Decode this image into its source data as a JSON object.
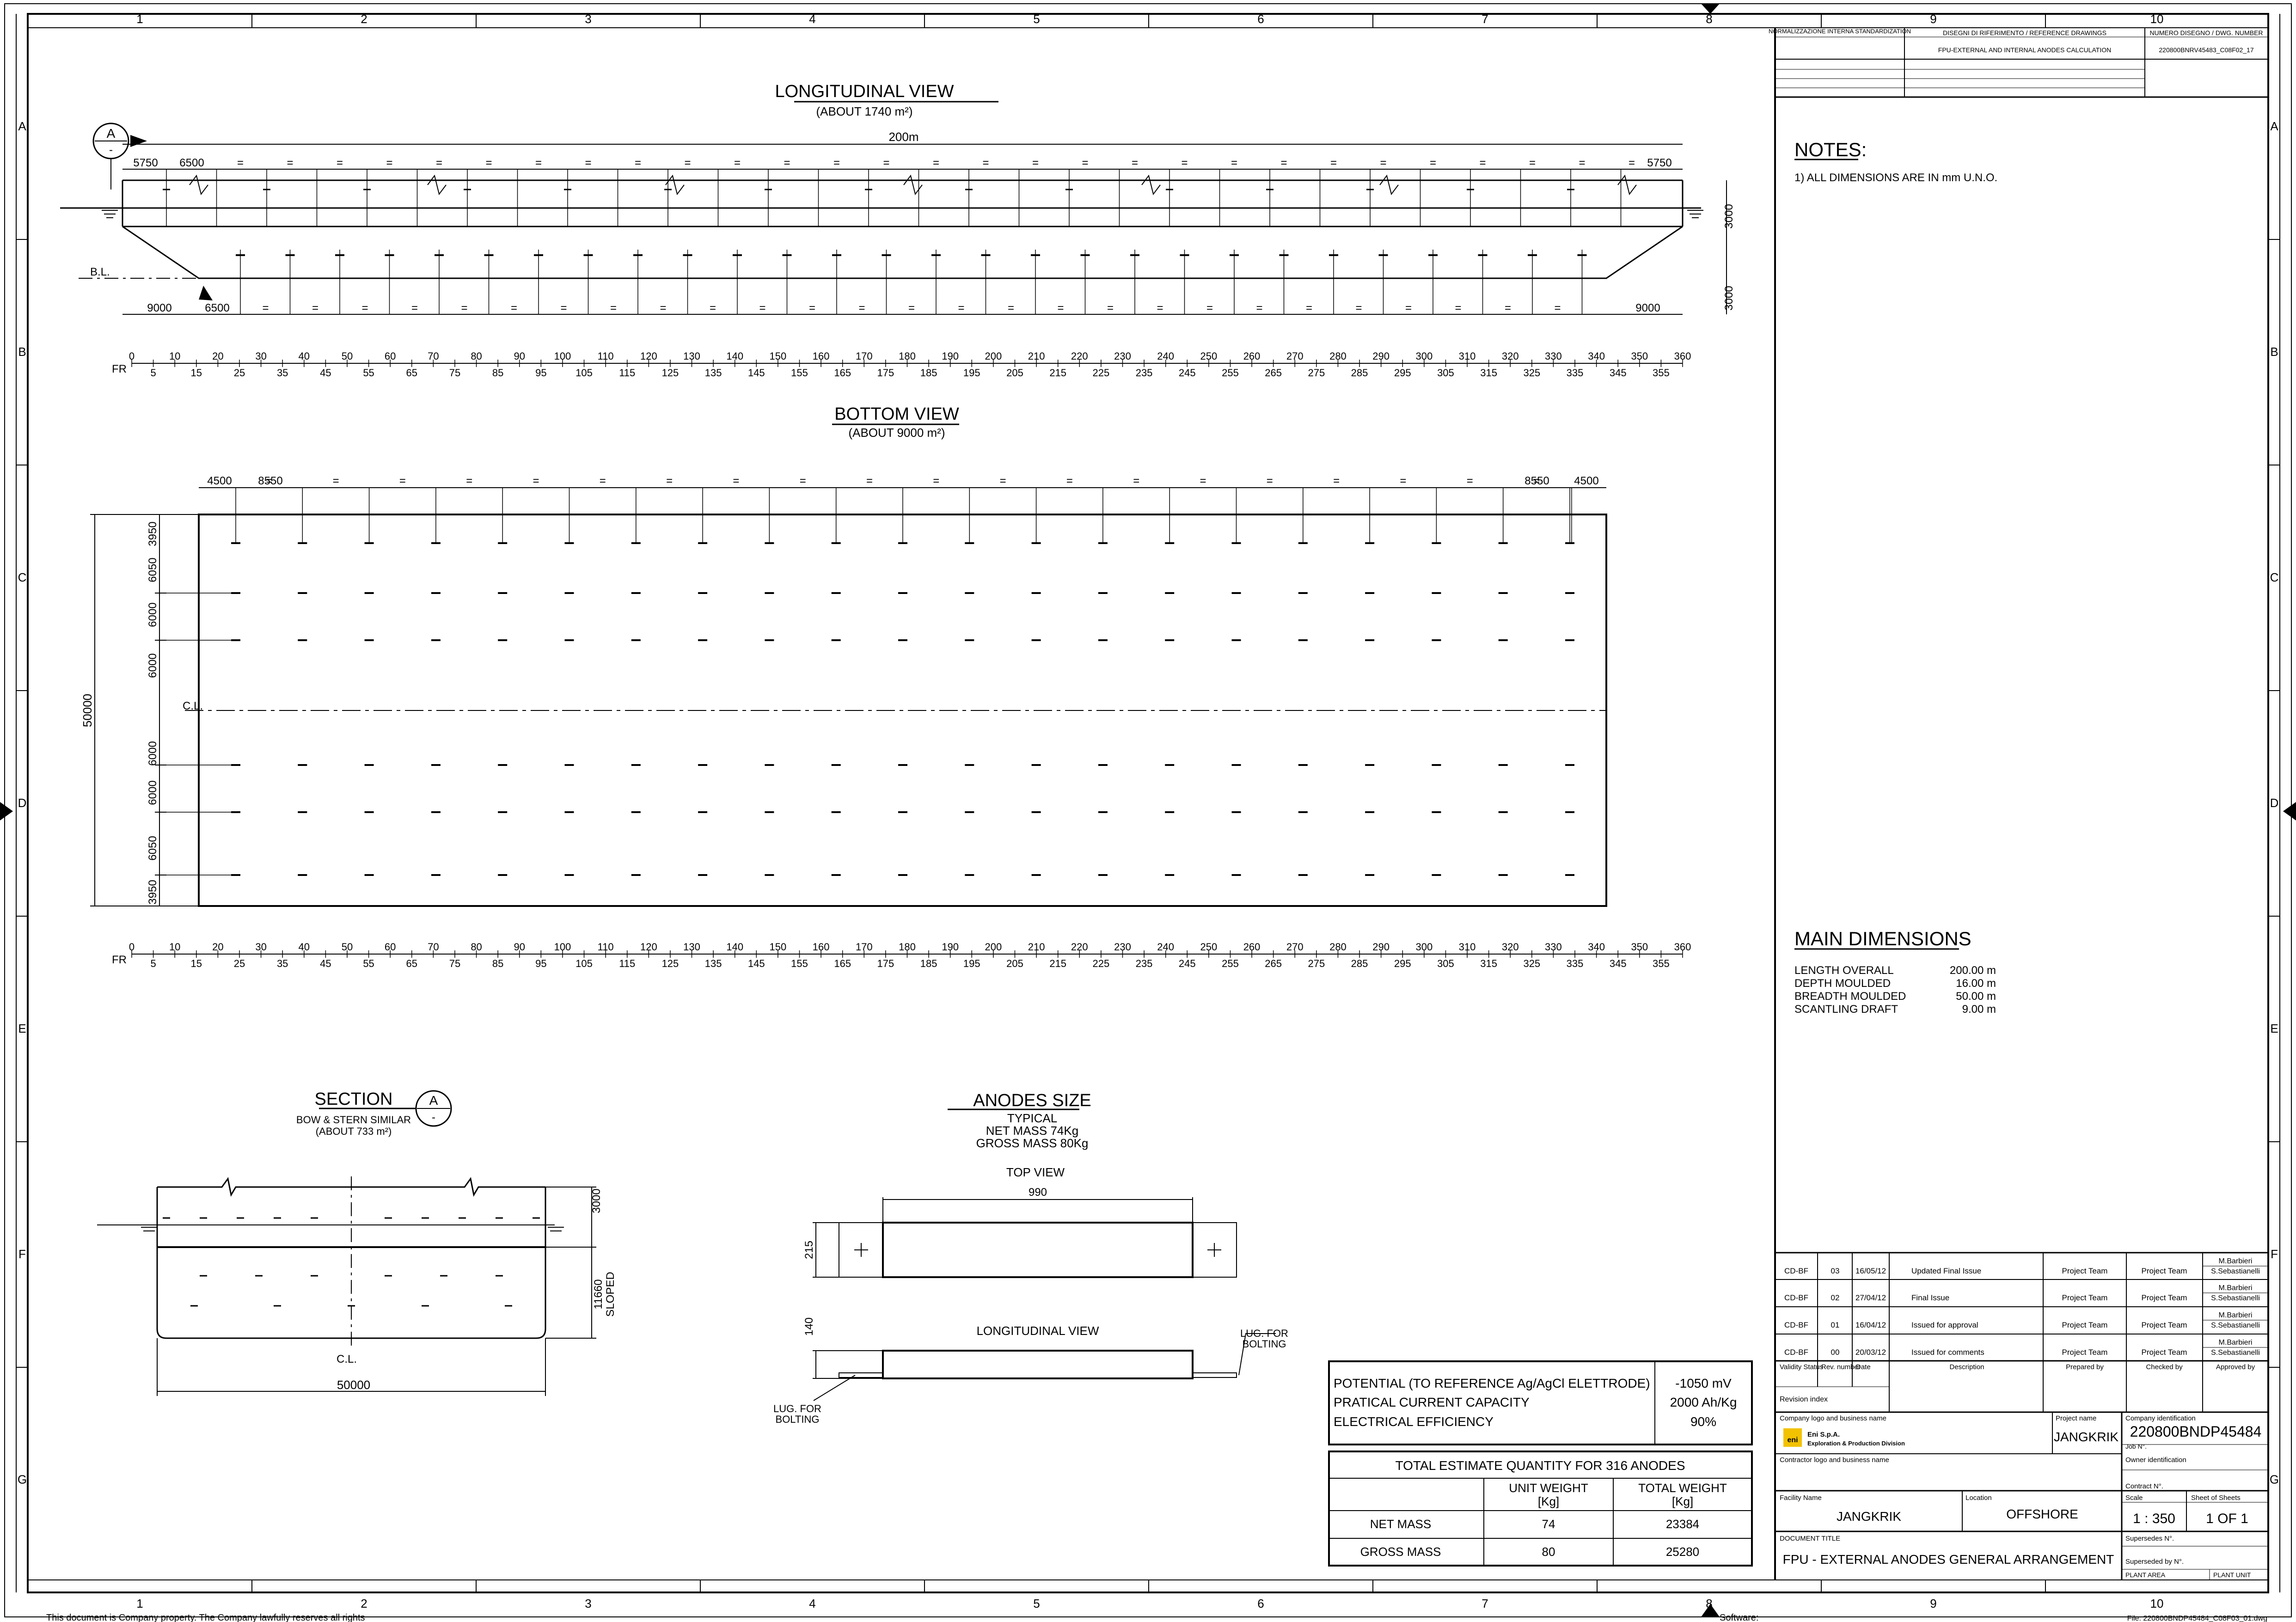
{
  "grid": {
    "cols": [
      "1",
      "2",
      "3",
      "4",
      "5",
      "6",
      "7",
      "8",
      "9",
      "10"
    ],
    "rows": [
      "A",
      "B",
      "C",
      "D",
      "E",
      "F",
      "G"
    ]
  },
  "header": {
    "norm_label": "NORMALIZZAZIONE INTERNA\nSTANDARDIZATION",
    "ref_label": "DISEGNI DI RIFERIMENTO / REFERENCE DRAWINGS",
    "ref_value": "FPU-EXTERNAL AND INTERNAL ANODES CALCULATION",
    "dwg_label": "NUMERO DISEGNO / DWG. NUMBER",
    "dwg_value": "220800BNRV45483_C08F02_17"
  },
  "notes": {
    "title": "NOTES:",
    "items": [
      "1) ALL DIMENSIONS ARE IN mm U.N.O."
    ]
  },
  "main_dimensions": {
    "title": "MAIN DIMENSIONS",
    "rows": [
      {
        "label": "LENGTH OVERALL",
        "value": "200.00 m"
      },
      {
        "label": "DEPTH MOULDED",
        "value": "16.00 m"
      },
      {
        "label": "BREADTH MOULDED",
        "value": "50.00 m"
      },
      {
        "label": "SCANTLING DRAFT",
        "value": "9.00 m"
      }
    ]
  },
  "longitudinal_view": {
    "title": "LONGITUDINAL VIEW",
    "subtitle": "(ABOUT 1740 m²)",
    "section_mark": "A",
    "section_mark_sub": "-",
    "overall": "200m",
    "dim_5750": "5750",
    "dim_6500": "6500",
    "dim_9000": "9000",
    "dim_3000": "3000",
    "eq": "=",
    "bl": "B.L."
  },
  "frames": {
    "prefix": "FR",
    "top": [
      "0",
      "10",
      "20",
      "30",
      "40",
      "50",
      "60",
      "70",
      "80",
      "90",
      "100",
      "110",
      "120",
      "130",
      "140",
      "150",
      "160",
      "170",
      "180",
      "190",
      "200",
      "210",
      "220",
      "230",
      "240",
      "250",
      "260",
      "270",
      "280",
      "290",
      "300",
      "310",
      "320",
      "330",
      "340",
      "350",
      "360"
    ],
    "bottom": [
      "5",
      "15",
      "25",
      "35",
      "45",
      "55",
      "65",
      "75",
      "85",
      "95",
      "105",
      "115",
      "125",
      "135",
      "145",
      "155",
      "165",
      "175",
      "185",
      "195",
      "205",
      "215",
      "225",
      "235",
      "245",
      "255",
      "265",
      "275",
      "285",
      "295",
      "305",
      "315",
      "325",
      "335",
      "345",
      "355"
    ]
  },
  "bottom_view": {
    "title": "BOTTOM VIEW",
    "subtitle": "(ABOUT 9000 m²)",
    "dim_4500": "4500",
    "dim_8550": "8550",
    "breadth": "50000",
    "cl": "C.L.",
    "vertical_dims": [
      "3950",
      "6050",
      "6000",
      "6000",
      "6000",
      "6000",
      "6050",
      "3950"
    ]
  },
  "section": {
    "title": "SECTION",
    "mark": "A",
    "mark_sub": "-",
    "line1": "BOW & STERN SIMILAR",
    "line2": "(ABOUT 733 m²)",
    "dim_3000": "3000",
    "dim_11660": "11660",
    "sloped": "SLOPED",
    "cl": "C.L.",
    "width": "50000"
  },
  "anodes_size": {
    "title": "ANODES SIZE",
    "typical": "TYPICAL",
    "net": "NET MASS 74Kg",
    "gross": "GROSS MASS 80Kg",
    "top_view": "TOP VIEW",
    "dim_990": "990",
    "dim_215": "215",
    "long_view": "LONGITUDINAL VIEW",
    "dim_140": "140",
    "lug1": "LUG. FOR",
    "lug2": "BOLTING"
  },
  "potential_table": [
    {
      "label": "POTENTIAL (TO REFERENCE Ag/AgCl ELETTRODE)",
      "value": "-1050 mV"
    },
    {
      "label": "PRATICAL CURRENT CAPACITY",
      "value": "2000 Ah/Kg"
    },
    {
      "label": "ELECTRICAL EFFICIENCY",
      "value": "90%"
    }
  ],
  "qty_table": {
    "title": "TOTAL ESTIMATE QUANTITY FOR 316 ANODES",
    "col1": "UNIT WEIGHT",
    "col2": "TOTAL WEIGHT",
    "unit": "[Kg]",
    "rows": [
      {
        "label": "NET MASS",
        "unit": "74",
        "total": "23384"
      },
      {
        "label": "GROSS MASS",
        "unit": "80",
        "total": "25280"
      }
    ]
  },
  "revisions": [
    {
      "v": "CD-BF",
      "rev": "03",
      "date": "16/05/12",
      "desc": "Updated Final Issue",
      "prep": "Project Team",
      "chk": "Project Team",
      "app1": "M.Barbieri",
      "app2": "S.Sebastianelli"
    },
    {
      "v": "CD-BF",
      "rev": "02",
      "date": "27/04/12",
      "desc": "Final Issue",
      "prep": "Project Team",
      "chk": "Project Team",
      "app1": "M.Barbieri",
      "app2": "S.Sebastianelli"
    },
    {
      "v": "CD-BF",
      "rev": "01",
      "date": "16/04/12",
      "desc": "Issued for approval",
      "prep": "Project Team",
      "chk": "Project Team",
      "app1": "M.Barbieri",
      "app2": "S.Sebastianelli"
    },
    {
      "v": "CD-BF",
      "rev": "00",
      "date": "20/03/12",
      "desc": "Issued for comments",
      "prep": "Project Team",
      "chk": "Project Team",
      "app1": "M.Barbieri",
      "app2": "S.Sebastianelli"
    }
  ],
  "rev_header": {
    "validity": "Validity\nStatus",
    "rev": "Rev.\nnumber",
    "date": "Date",
    "desc": "Description",
    "prep": "Prepared\nby",
    "chk": "Checked\nby",
    "app": "Approved\nby",
    "index": "Revision index"
  },
  "title_block": {
    "company_label": "Company logo and business name",
    "company_name": "Eni S.p.A.",
    "company_div": "Exploration & Production Division",
    "logo": "eni",
    "project_label": "Project name",
    "project": "JANGKRIK",
    "company_id_label": "Company identification",
    "company_id": "220800BNDP45484",
    "job_label": "Job N°.",
    "contractor_label": "Contractor logo and business name",
    "owner_label": "Owner identification",
    "contract_label": "Contract N°.",
    "facility_label": "Facility Name",
    "facility": "JANGKRIK",
    "location_label": "Location",
    "location": "OFFSHORE",
    "scale_label": "Scale",
    "scale": "1 : 350",
    "sheet_label": "Sheet of Sheets",
    "sheet": "1 OF 1",
    "doc_title_label": "DOCUMENT TITLE",
    "doc_title": "FPU - EXTERNAL ANODES GENERAL ARRANGEMENT",
    "supersedes": "Supersedes N°.",
    "superseded": "Superseded by N°.",
    "plant_area": "PLANT AREA",
    "plant_unit": "PLANT UNIT"
  },
  "footer": {
    "left": "This document is Company property. The Company lawfully reserves all rights",
    "software": "Software:",
    "file": "File: 220800BNDP45484_C08F03_01.dwg"
  }
}
